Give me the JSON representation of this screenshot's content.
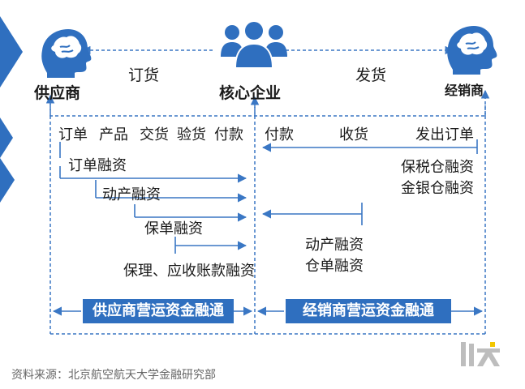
{
  "actors": {
    "supplier": "供应商",
    "core": "核心企业",
    "distributor": "经销商"
  },
  "flows": {
    "order_goods": "订货",
    "ship_goods": "发货"
  },
  "left_stages": [
    "订单",
    "产品",
    "交货",
    "验货",
    "付款"
  ],
  "right_stages": [
    "付款",
    "收货",
    "发出订单"
  ],
  "left_items": [
    "订单融资",
    "动产融资",
    "保单融资",
    "保理、应收账款融资"
  ],
  "right_items": {
    "bonded": "保税仓融资",
    "gold_silver": "金银仓融资",
    "movable": "动产融资",
    "warehouse_receipt": "仓单融资"
  },
  "banners": {
    "supplier": "供应商营运资金融通",
    "distributor": "经销商营运资金融通"
  },
  "source": "资料来源：北京航空航天大学金融研究部",
  "logo": "以太",
  "colors": {
    "accent": "#2f6fbf",
    "dash": "#3a77c4",
    "chevron": "#2f6fbf"
  }
}
